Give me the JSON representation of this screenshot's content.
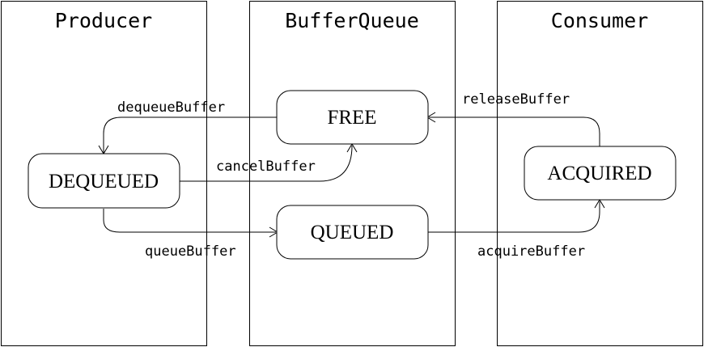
{
  "lanes": {
    "producer": "Producer",
    "bufferqueue": "BufferQueue",
    "consumer": "Consumer"
  },
  "states": {
    "free": "FREE",
    "dequeued": "DEQUEUED",
    "queued": "QUEUED",
    "acquired": "ACQUIRED"
  },
  "transitions": {
    "dequeue": "dequeueBuffer",
    "cancel": "cancelBuffer",
    "queue": "queueBuffer",
    "acquire": "acquireBuffer",
    "release": "releaseBuffer"
  }
}
